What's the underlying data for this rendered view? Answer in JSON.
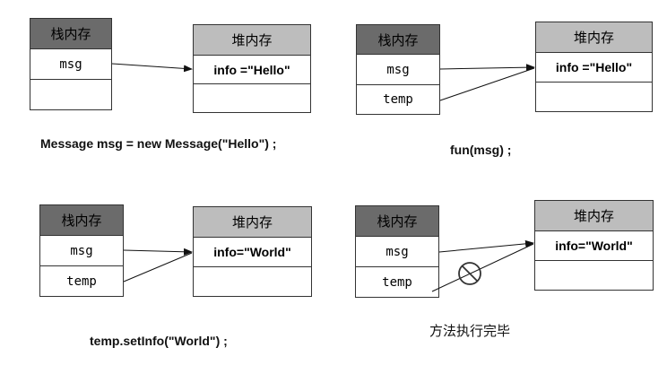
{
  "labels": {
    "stack": "栈内存",
    "heap": "堆内存",
    "msg": "msg",
    "temp": "temp",
    "hello": "info =\"Hello\"",
    "world": "info=\"World\""
  },
  "captions": {
    "p1": "Message msg = new Message(\"Hello\") ;",
    "p2": "fun(msg) ;",
    "p3": "temp.setInfo(\"World\") ;",
    "p4": "方法执行完毕"
  }
}
